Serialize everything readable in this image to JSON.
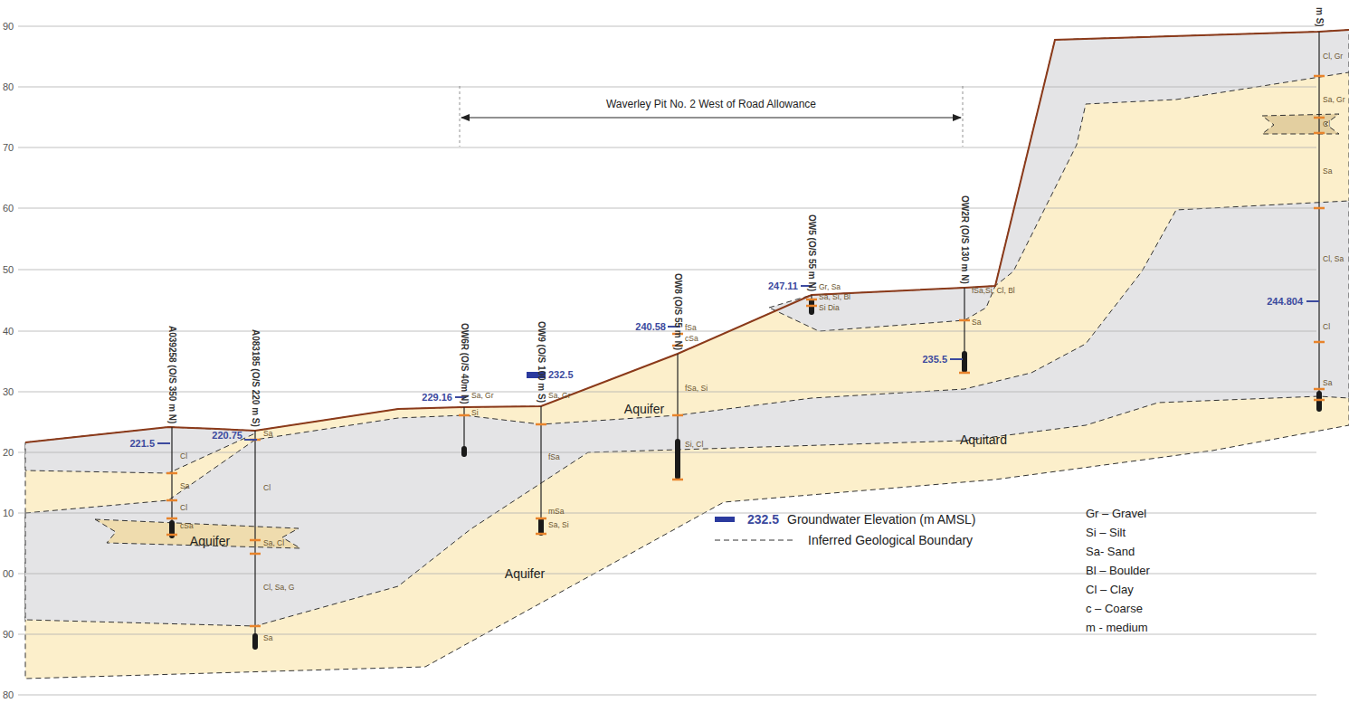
{
  "diagram": {
    "labels": [
      "90",
      "80",
      "70",
      "60",
      "50",
      "40",
      "30",
      "20",
      "10",
      "00",
      "90",
      "80",
      "Waverley Pit No. 2 West of Road Allowance",
      "A039258 (O/S 350 m N)",
      "221.5",
      "Cl",
      "Sa",
      "Cl",
      "cSa",
      "Aquifer",
      "A083185 (O/S 220 m S)",
      "220.75",
      "Sa",
      "Cl",
      "Sa, Cl",
      "Cl, Sa, G",
      "Sa",
      "OW6R (O/S 40m N)",
      "229.16",
      "Sa, Gr",
      "Si",
      "OW9 (O/S 100 m S)",
      "232.5",
      "Sa, Gr",
      "fSa",
      "mSa",
      "Sa, Si",
      "Aquifer",
      "OW8 (O/S 55 m N)",
      "240.58",
      "fSa",
      "cSa",
      "fSa, Si",
      "Si, Cl",
      "Aquifer",
      "OW5 (O/S 55 m N)",
      "247.11",
      "Gr, Sa",
      "Sa, Si, Bl",
      "Si Dia",
      "OW2R (O/S 130 m N)",
      "235.5",
      "fSa,Si, Cl, Bl",
      "Sa",
      "Aquitard",
      "m S)",
      "Cl, Gr",
      "Sa, Gr",
      "Cl",
      "Sa",
      "Cl, Sa",
      "244.804",
      "Cl",
      "Sa",
      "232.5",
      "Gr – Gravel",
      "Si – Silt",
      "Sa- Sand",
      "Bl – Boulder",
      "Cl – Clay",
      "c – Coarse",
      "m - medium"
    ],
    "legend": [
      {
        "text": "Groundwater Elevation (m AMSL)"
      },
      {
        "text": "Inferred Geological Boundary"
      }
    ]
  }
}
